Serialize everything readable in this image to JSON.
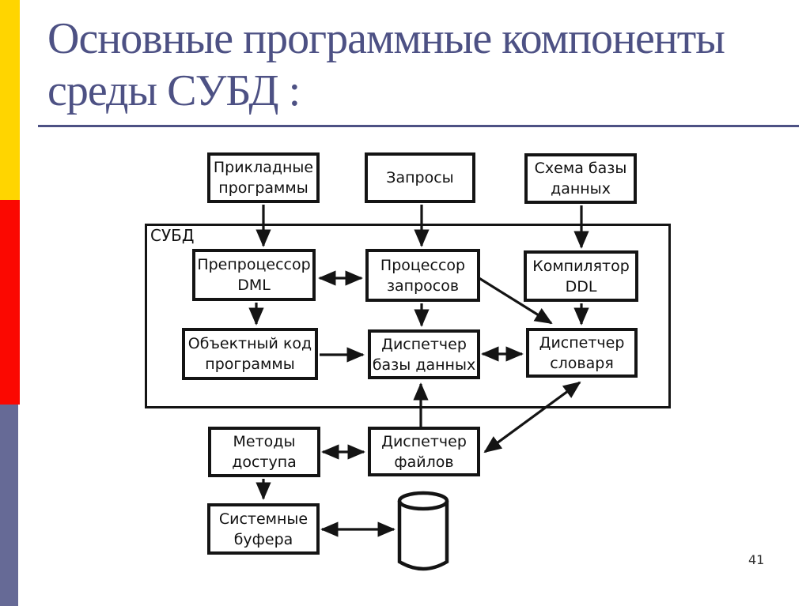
{
  "slide": {
    "title": {
      "line1": "Основные программные компоненты",
      "line2": "среды СУБД :"
    },
    "page_number": "41",
    "title_color": "#4d5184"
  },
  "accent_bars": [
    {
      "name": "yellow",
      "color": "#ffd500"
    },
    {
      "name": "red",
      "color": "#fb0801"
    },
    {
      "name": "purple",
      "color": "#666a96"
    }
  ],
  "diagram": {
    "container_label": "СУБД",
    "nodes": {
      "app_programs": {
        "line1": "Прикладные",
        "line2": "программы"
      },
      "queries": {
        "line1": "Запросы",
        "line2": ""
      },
      "db_schema": {
        "line1": "Схема базы",
        "line2": "данных"
      },
      "dml_preprocessor": {
        "line1": "Препроцессор",
        "line2": "DML"
      },
      "query_processor": {
        "line1": "Процессор",
        "line2": "запросов"
      },
      "ddl_compiler": {
        "line1": "Компилятор",
        "line2": "DDL"
      },
      "object_code": {
        "line1": "Объектный код",
        "line2": "программы"
      },
      "db_manager": {
        "line1": "Диспетчер",
        "line2": "базы данных"
      },
      "dictionary_manager": {
        "line1": "Диспетчер",
        "line2": "словаря"
      },
      "access_methods": {
        "line1": "Методы",
        "line2": "доступа"
      },
      "file_manager": {
        "line1": "Диспетчер",
        "line2": "файлов"
      },
      "system_buffers": {
        "line1": "Системные",
        "line2": "буфера"
      }
    },
    "database_symbol": "cylinder",
    "edges": [
      {
        "from": "Прикладные программы",
        "to": "Препроцессор DML",
        "type": "one-way"
      },
      {
        "from": "Запросы",
        "to": "Процессор запросов",
        "type": "one-way"
      },
      {
        "from": "Схема базы данных",
        "to": "Компилятор DDL",
        "type": "one-way"
      },
      {
        "from": "Препроцессор DML",
        "to": "Процессор запросов",
        "type": "two-way"
      },
      {
        "from": "Препроцессор DML",
        "to": "Объектный код программы",
        "type": "one-way"
      },
      {
        "from": "Процессор запросов",
        "to": "Диспетчер базы данных",
        "type": "one-way"
      },
      {
        "from": "Процессор запросов",
        "to": "Диспетчер словаря",
        "type": "one-way"
      },
      {
        "from": "Компилятор DDL",
        "to": "Диспетчер словаря",
        "type": "one-way"
      },
      {
        "from": "Объектный код программы",
        "to": "Диспетчер базы данных",
        "type": "one-way"
      },
      {
        "from": "Диспетчер базы данных",
        "to": "Диспетчер словаря",
        "type": "two-way"
      },
      {
        "from": "Диспетчер файлов",
        "to": "Диспетчер базы данных",
        "type": "one-way"
      },
      {
        "from": "Диспетчер файлов",
        "to": "Диспетчер словаря",
        "type": "two-way"
      },
      {
        "from": "Методы доступа",
        "to": "Диспетчер файлов",
        "type": "two-way"
      },
      {
        "from": "Методы доступа",
        "to": "Системные буфера",
        "type": "one-way"
      },
      {
        "from": "Системные буфера",
        "to": "База данных",
        "type": "two-way"
      }
    ]
  }
}
